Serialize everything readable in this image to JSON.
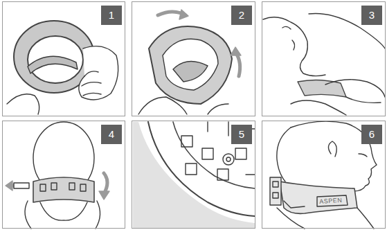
{
  "diagram": {
    "nodes": [
      {
        "text": [
          "1"
        ]
      },
      {
        "text": [
          "2"
        ]
      },
      {
        "text": [
          "3"
        ]
      },
      {
        "text": [
          "4"
        ]
      },
      {
        "text": [
          "5"
        ]
      },
      {
        "text": [
          "6"
        ]
      }
    ],
    "labels": [
      "ASPEN"
    ]
  }
}
